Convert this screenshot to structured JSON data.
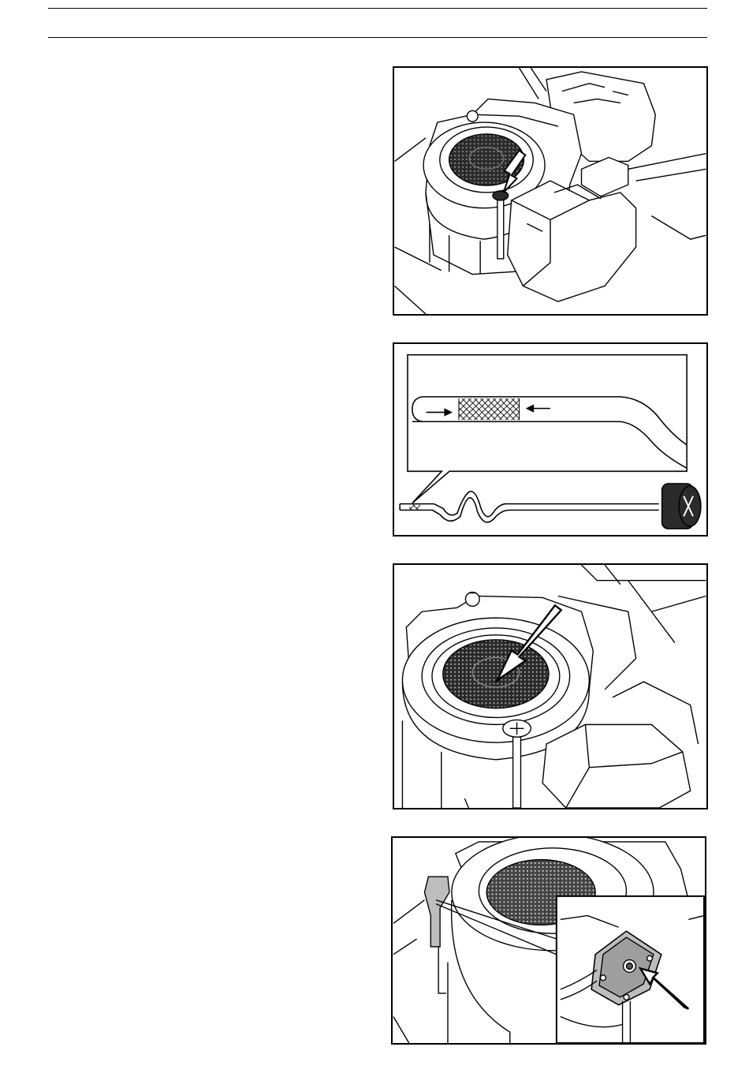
{
  "page": {
    "figures": [
      {
        "illustration": "engine-air-filter-oil-dipstick-location",
        "callout_arrow": "dipstick-cap"
      },
      {
        "illustration": "oil-dipstick-level-marks",
        "callout_arrow": "oil-level-range"
      },
      {
        "illustration": "engine-air-filter-screen",
        "callout_arrow": "filter-screen"
      },
      {
        "illustration": "engine-fuel-pump-detail",
        "callout_arrow": "fuel-pump-fitting"
      }
    ],
    "colors": {
      "line": "#000000",
      "background": "#ffffff",
      "shade": "#bdbdbd",
      "dark": "#2b2b2b"
    }
  }
}
